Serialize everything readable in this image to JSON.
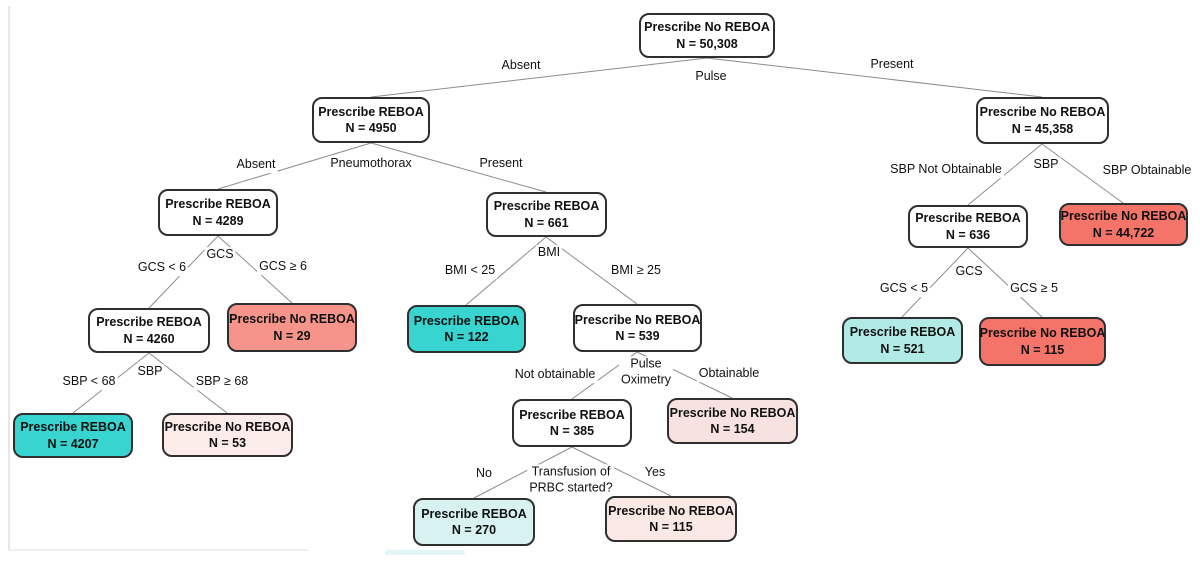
{
  "figure": {
    "title_semantic": "REBOA prescription decision tree",
    "connector_color": "#8c8c8c",
    "node_border_color": "#2f2f2f",
    "status_colors": {
      "strong_teal": "#38d5d0",
      "aqua": "#b2eae6",
      "pale_aqua": "#d8f2f2",
      "salmon": "#f5948b",
      "coral_red": "#f5746a",
      "pink": "#f8e2df",
      "pale_pink": "#fbecea",
      "pale_pink2": "#fae8e4",
      "white": "#ffffff"
    }
  },
  "nodes": {
    "root": {
      "title": "Prescribe No REBOA",
      "count": "N = 50,308",
      "fill": "#ffffff"
    },
    "n4950": {
      "title": "Prescribe REBOA",
      "count": "N = 4950",
      "fill": "#ffffff"
    },
    "n45358": {
      "title": "Prescribe No REBOA",
      "count": "N = 45,358",
      "fill": "#ffffff"
    },
    "n4289": {
      "title": "Prescribe REBOA",
      "count": "N = 4289",
      "fill": "#ffffff"
    },
    "n661": {
      "title": "Prescribe REBOA",
      "count": "N = 661",
      "fill": "#ffffff"
    },
    "n4260": {
      "title": "Prescribe REBOA",
      "count": "N = 4260",
      "fill": "#ffffff"
    },
    "n29": {
      "title": "Prescribe No REBOA",
      "count": "N = 29",
      "fill": "#f5948b"
    },
    "n122": {
      "title": "Prescribe REBOA",
      "count": "N = 122",
      "fill": "#38d5d0"
    },
    "n539": {
      "title": "Prescribe No REBOA",
      "count": "N = 539",
      "fill": "#ffffff"
    },
    "n4207": {
      "title": "Prescribe REBOA",
      "count": "N = 4207",
      "fill": "#38d5d0"
    },
    "n53": {
      "title": "Prescribe No REBOA",
      "count": "N = 53",
      "fill": "#fbecea"
    },
    "n385": {
      "title": "Prescribe REBOA",
      "count": "N = 385",
      "fill": "#ffffff"
    },
    "n154": {
      "title": "Prescribe No REBOA",
      "count": "N = 154",
      "fill": "#f8e2df"
    },
    "n270": {
      "title": "Prescribe REBOA",
      "count": "N = 270",
      "fill": "#d8f2f2"
    },
    "n115m": {
      "title": "Prescribe No REBOA",
      "count": "N = 115",
      "fill": "#fae8e4"
    },
    "n636": {
      "title": "Prescribe REBOA",
      "count": "N = 636",
      "fill": "#ffffff"
    },
    "n44722": {
      "title": "Prescribe No REBOA",
      "count": "N = 44,722",
      "fill": "#f5746a"
    },
    "n521": {
      "title": "Prescribe REBOA",
      "count": "N = 521",
      "fill": "#b2eae6"
    },
    "n115r": {
      "title": "Prescribe No REBOA",
      "count": "N = 115",
      "fill": "#f5746a"
    }
  },
  "labels": {
    "absent1": "Absent",
    "pulse": "Pulse",
    "present1": "Present",
    "absent2": "Absent",
    "pneumothorax": "Pneumothorax",
    "present2": "Present",
    "gcs1": "GCS",
    "gcs_lt6": "GCS < 6",
    "gcs_ge6": "GCS ≥ 6",
    "sbp1": "SBP",
    "sbp_lt68": "SBP < 68",
    "sbp_ge68": "SBP  ≥ 68",
    "bmi": "BMI",
    "bmi_lt25": "BMI < 25",
    "bmi_ge25": "BMI ≥ 25",
    "pulse_oximetry_1": "Pulse",
    "pulse_oximetry_2": "Oximetry",
    "not_obtainable": "Not obtainable",
    "obtainable": "Obtainable",
    "transfusion_1": "Transfusion of",
    "transfusion_2": "PRBC started?",
    "no": "No",
    "yes": "Yes",
    "sbp2": "SBP",
    "sbp_not_obtainable": "SBP Not Obtainable",
    "sbp_obtainable": "SBP Obtainable",
    "gcs2": "GCS",
    "gcs_lt5": "GCS < 5",
    "gcs_ge5": "GCS ≥ 5"
  }
}
